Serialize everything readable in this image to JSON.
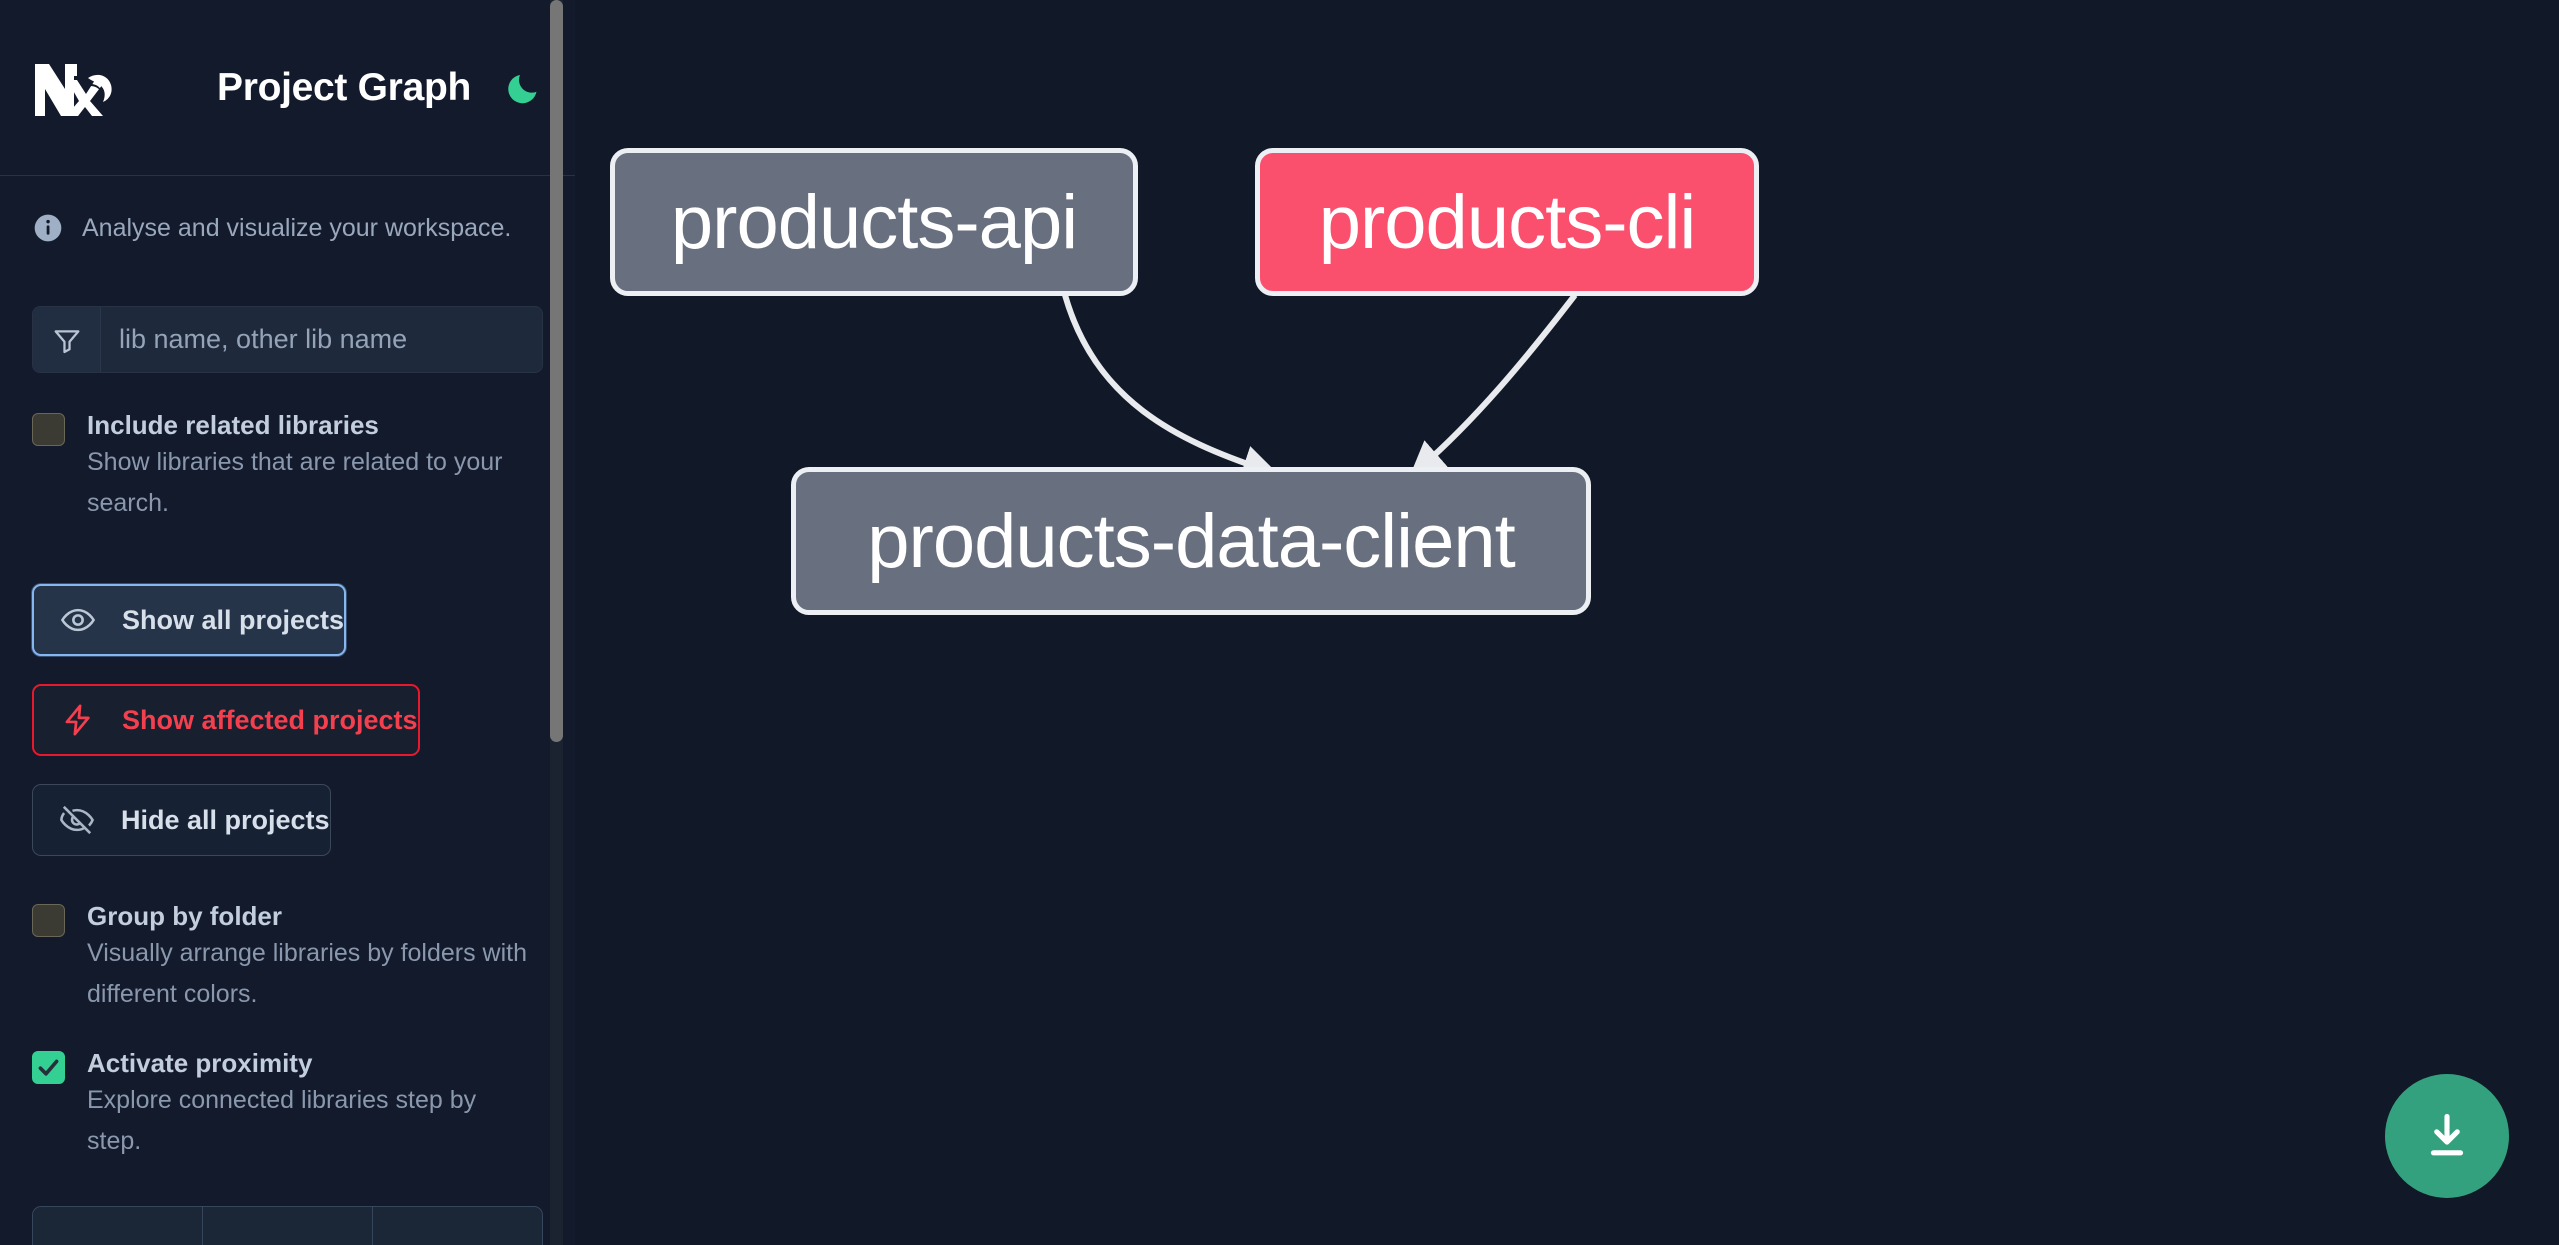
{
  "app": {
    "title": "Project Graph",
    "logo_icon": "nx-logo-icon",
    "theme_toggle_icon": "moon-icon",
    "theme_accent": "#34cf93"
  },
  "sidebar": {
    "info": {
      "icon": "info-circle-icon",
      "text": "Analyse and visualize your workspace."
    },
    "search": {
      "icon": "funnel-filter-icon",
      "placeholder": "lib name, other lib name",
      "value": ""
    },
    "options": [
      {
        "id": "include-related-libraries",
        "title": "Include related libraries",
        "description": "Show libraries that are related to your search.",
        "checked": false
      },
      {
        "id": "group-by-folder",
        "title": "Group by folder",
        "description": "Visually arrange libraries by folders with different colors.",
        "checked": false
      },
      {
        "id": "activate-proximity",
        "title": "Activate proximity",
        "description": "Explore connected libraries step by step.",
        "checked": true
      }
    ],
    "buttons": [
      {
        "id": "show-all-projects",
        "label": "Show all projects",
        "icon": "eye-icon",
        "state": "focused"
      },
      {
        "id": "show-affected-projects",
        "label": "Show affected projects",
        "icon": "lightning-bolt-icon",
        "state": "danger"
      },
      {
        "id": "hide-all-projects",
        "label": "Hide all projects",
        "icon": "eye-off-icon",
        "state": "default"
      }
    ],
    "text_search_segments": [
      "",
      "",
      ""
    ],
    "scrollbar": {
      "thumb_color": "#767676"
    }
  },
  "graph": {
    "background": "#111827",
    "edge_color": "#e8eaee",
    "nodes": [
      {
        "id": "products-api",
        "label": "products-api",
        "color": "#686f7e",
        "kind": "library"
      },
      {
        "id": "products-cli",
        "label": "products-cli",
        "color": "#fb4f6e",
        "kind": "affected"
      },
      {
        "id": "products-data-client",
        "label": "products-data-client",
        "color": "#686f7e",
        "kind": "library"
      }
    ],
    "edges": [
      {
        "from": "products-api",
        "to": "products-data-client"
      },
      {
        "from": "products-cli",
        "to": "products-data-client"
      }
    ],
    "download_button": {
      "icon": "download-icon",
      "color": "#34a17e",
      "label": ""
    }
  }
}
